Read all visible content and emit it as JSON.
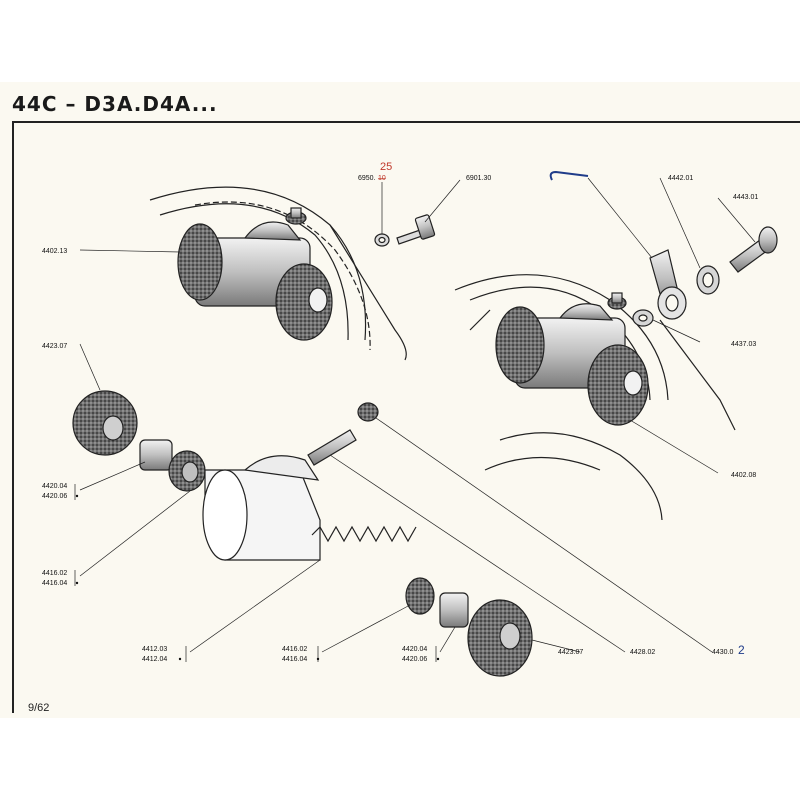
{
  "header": {
    "title": "44C – D3A.D4A..."
  },
  "footer": {
    "page": "9/62"
  },
  "labels": {
    "p6950": "6950.",
    "p6950_struck": "10",
    "p6950_note": "25",
    "p690130": "6901.30",
    "p444201": "4442.01",
    "p444301": "4443.01",
    "p440213": "4402.13",
    "p443703": "4437.03",
    "p442307_l": "4423.07",
    "p442004_l": "4420.04",
    "p442006_l": "4420.06",
    "p441602_l": "4416.02",
    "p441604_l": "4416.04",
    "p440208": "4402.08",
    "p441203": "4412.03",
    "p441204": "4412.04",
    "p441602_r": "4416.02",
    "p441604_r": "4416.04",
    "p442004_r": "4420.04",
    "p442006_r": "4420.06",
    "p442307_r": "4423.07",
    "p442802": "4428.02",
    "p4430": "4430.0",
    "p4430_note": "2"
  },
  "colors": {
    "paper": "#fbf9f1",
    "ink": "#222222",
    "red_ink": "#c0392b",
    "blue_ink": "#1f3c8a"
  }
}
